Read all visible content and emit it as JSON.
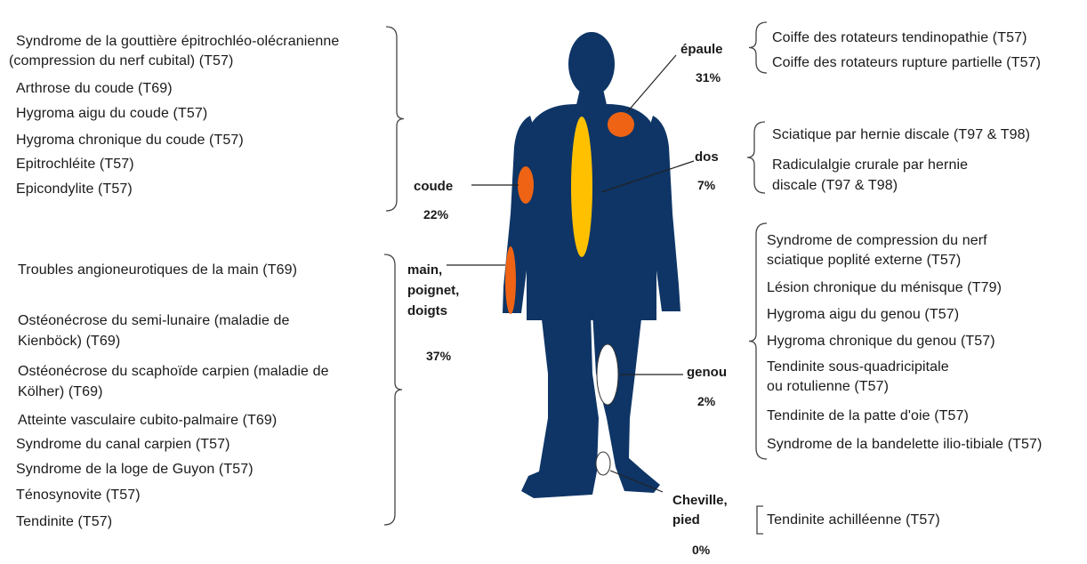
{
  "body_regions": {
    "epaule": {
      "label": "épaule",
      "percent": "31%",
      "items": [
        "Coiffe des rotateurs tendinopathie (T57)",
        "Coiffe des rotateurs rupture partielle (T57)"
      ]
    },
    "dos": {
      "label": "dos",
      "percent": "7%",
      "items": [
        "Sciatique par hernie discale (T97 & T98)",
        "Radiculalgie crurale par hernie",
        "discale (T97 & T98)"
      ]
    },
    "coude": {
      "label": "coude",
      "percent": "22%",
      "items": [
        "Syndrome de la gouttière épitrochléo-olécranienne",
        "(compression du nerf cubital) (T57)",
        "Arthrose du coude (T69)",
        "Hygroma aigu du coude (T57)",
        "Hygroma chronique du coude (T57)",
        "Epitrochléite (T57)",
        "Epicondylite (T57)"
      ]
    },
    "main": {
      "label_lines": [
        "main,",
        "poignet,",
        "doigts"
      ],
      "percent": "37%",
      "items": [
        "Troubles angioneurotiques de la main (T69)",
        "Ostéonécrose du semi-lunaire (maladie de",
        "Kienböck) (T69)",
        "Ostéonécrose du scaphoïde carpien (maladie de",
        "Kölher) (T69)",
        "Atteinte vasculaire cubito-palmaire (T69)",
        "Syndrome du canal carpien (T57)",
        "Syndrome de la loge de Guyon (T57)",
        "Ténosynovite (T57)",
        "Tendinite (T57)"
      ]
    },
    "genou": {
      "label": "genou",
      "percent": "2%",
      "items": [
        "Syndrome de compression du nerf",
        "sciatique poplité externe (T57)",
        "Lésion chronique du ménisque (T79)",
        "Hygroma aigu du genou (T57)",
        "Hygroma chronique du genou (T57)",
        "Tendinite sous-quadricipitale",
        "ou rotulienne (T57)",
        "Tendinite de la patte d'oie (T57)",
        "Syndrome de la bandelette ilio-tibiale (T57)"
      ]
    },
    "cheville": {
      "label_lines": [
        "Cheville,",
        "pied"
      ],
      "percent": "0%",
      "items": [
        "Tendinite achilléenne (T57)"
      ]
    }
  },
  "colors": {
    "body": "#0e3566",
    "marker_orange": "#ee6314",
    "marker_yellow": "#ffc000",
    "marker_white": "#ffffff"
  }
}
